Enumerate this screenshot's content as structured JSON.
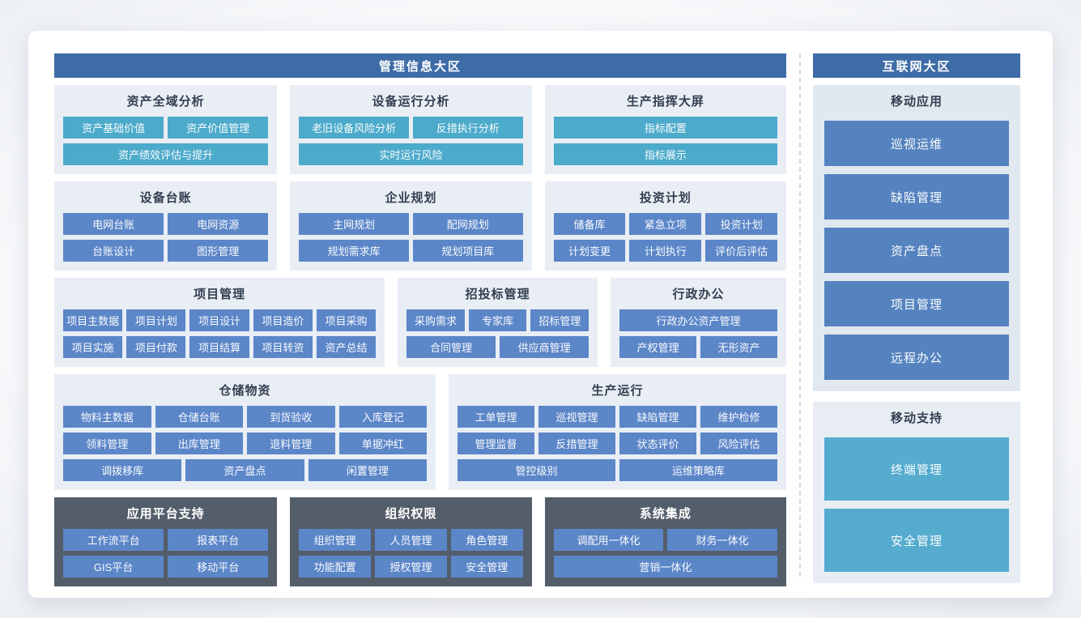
{
  "colors": {
    "zone_header_bg": "#3e6ca6",
    "teal_button": "#4caaca",
    "blue_button": "#5b86c8",
    "dark_panel_bg": "#545d6a",
    "light_panel_bg": "#e9eef5",
    "right_panel1_bg": "#e2e8f0",
    "right_panel2_bg": "#e8edf4",
    "right_blue_button": "#5583bf",
    "right_teal_button": "#55accf"
  },
  "management_zone": {
    "title": "管理信息大区",
    "rows": [
      {
        "panels": [
          {
            "id": "asset-global-analysis",
            "title": "资产全域分析",
            "theme": "light",
            "buttons_theme": "teal",
            "flex": 274,
            "button_rows": [
              [
                "资产基础价值",
                "资产价值管理"
              ],
              [
                "资产绩效评估与提升"
              ]
            ]
          },
          {
            "id": "equipment-operation-analysis",
            "title": "设备运行分析",
            "theme": "light",
            "buttons_theme": "teal",
            "flex": 299,
            "button_rows": [
              [
                "老旧设备风险分析",
                "反措执行分析"
              ],
              [
                "实时运行风险"
              ]
            ]
          },
          {
            "id": "production-command-screen",
            "title": "生产指挥大屏",
            "theme": "light",
            "buttons_theme": "teal",
            "flex": 299,
            "button_rows": [
              [
                "指标配置"
              ],
              [
                "指标展示"
              ]
            ]
          }
        ]
      },
      {
        "panels": [
          {
            "id": "equipment-ledger",
            "title": "设备台账",
            "theme": "light",
            "buttons_theme": "blue",
            "flex": 274,
            "button_rows": [
              [
                "电网台账",
                "电网资源"
              ],
              [
                "台账设计",
                "图形管理"
              ]
            ]
          },
          {
            "id": "enterprise-planning",
            "title": "企业规划",
            "theme": "light",
            "buttons_theme": "blue",
            "flex": 299,
            "button_rows": [
              [
                "主网规划",
                "配网规划"
              ],
              [
                "规划需求库",
                "规划项目库"
              ]
            ]
          },
          {
            "id": "investment-plan",
            "title": "投资计划",
            "theme": "light",
            "buttons_theme": "blue",
            "flex": 299,
            "button_rows": [
              [
                "储备库",
                "紧急立项",
                "投资计划"
              ],
              [
                "计划变更",
                "计划执行",
                "评价后评估"
              ]
            ]
          }
        ]
      },
      {
        "panels": [
          {
            "id": "project-management",
            "title": "项目管理",
            "theme": "light",
            "buttons_theme": "blue",
            "flex": 424,
            "button_rows": [
              [
                "项目主数据",
                "项目计划",
                "项目设计",
                "项目造价",
                "项目采购"
              ],
              [
                "项目实施",
                "项目付款",
                "项目结算",
                "项目转资",
                "资产总结"
              ]
            ]
          },
          {
            "id": "bidding-management",
            "title": "招投标管理",
            "theme": "light",
            "buttons_theme": "blue",
            "flex": 247,
            "button_rows": [
              [
                "采购需求",
                "专家库",
                "招标管理"
              ],
              [
                "合同管理",
                "供应商管理"
              ]
            ]
          },
          {
            "id": "administrative-office",
            "title": "行政办公",
            "theme": "light",
            "buttons_theme": "blue",
            "flex": 214,
            "button_rows": [
              [
                "行政办公资产管理"
              ],
              [
                "产权管理",
                "无形资产"
              ]
            ]
          }
        ]
      },
      {
        "panels": [
          {
            "id": "warehouse-materials",
            "title": "仓储物资",
            "theme": "light",
            "buttons_theme": "blue",
            "flex": 474,
            "button_rows": [
              [
                "物料主数据",
                "仓储台账",
                "到货验收",
                "入库登记"
              ],
              [
                "领料管理",
                "出库管理",
                "退料管理",
                "单据冲红"
              ],
              [
                "调拨移库",
                "资产盘点",
                "闲置管理"
              ]
            ]
          },
          {
            "id": "production-operation",
            "title": "生产运行",
            "theme": "light",
            "buttons_theme": "blue",
            "flex": 417,
            "button_rows": [
              [
                "工单管理",
                "巡视管理",
                "缺陷管理",
                "维护检修"
              ],
              [
                "管理监督",
                "反措管理",
                "状态评价",
                "风险评估"
              ],
              [
                "管控级别",
                "运维策略库"
              ]
            ]
          }
        ]
      },
      {
        "panels": [
          {
            "id": "app-platform-support",
            "title": "应用平台支持",
            "theme": "dark",
            "buttons_theme": "blue",
            "flex": 274,
            "button_rows": [
              [
                "工作流平台",
                "报表平台"
              ],
              [
                "GIS平台",
                "移动平台"
              ]
            ]
          },
          {
            "id": "org-permission",
            "title": "组织权限",
            "theme": "dark",
            "buttons_theme": "blue",
            "flex": 299,
            "button_rows": [
              [
                "组织管理",
                "人员管理",
                "角色管理"
              ],
              [
                "功能配置",
                "授权管理",
                "安全管理"
              ]
            ]
          },
          {
            "id": "system-integration",
            "title": "系统集成",
            "theme": "dark",
            "buttons_theme": "blue",
            "flex": 299,
            "button_rows": [
              [
                "调配用一体化",
                "财务一体化"
              ],
              [
                "营销一体化"
              ]
            ]
          }
        ]
      }
    ]
  },
  "internet_zone": {
    "title": "互联网大区",
    "sections": [
      {
        "id": "mobile-apps",
        "title": "移动应用",
        "buttons": [
          "巡视运维",
          "缺陷管理",
          "资产盘点",
          "项目管理",
          "远程办公"
        ]
      },
      {
        "id": "mobile-support",
        "title": "移动支持",
        "buttons": [
          "终端管理",
          "安全管理"
        ]
      }
    ]
  }
}
